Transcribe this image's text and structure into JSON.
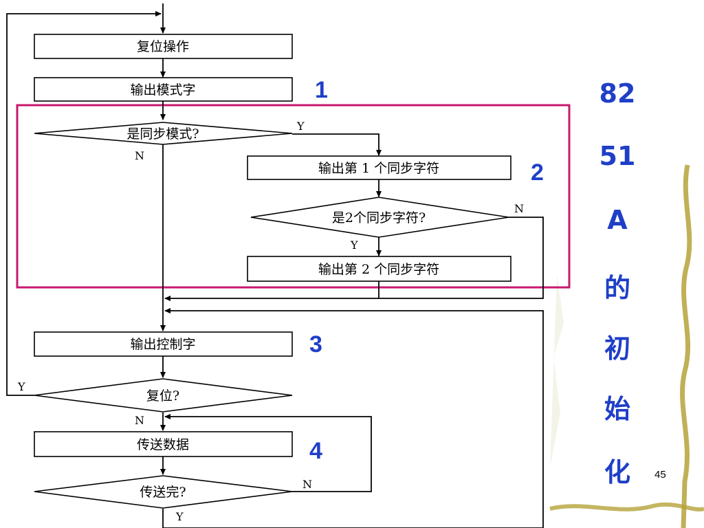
{
  "flowchart": {
    "reset_op": "复位操作",
    "output_mode": "输出模式字",
    "is_sync_mode": "是同步模式?",
    "output_sync1": "输出第 1 个同步字符",
    "is_two_sync": "是2个同步字符?",
    "output_sync2": "输出第 2 个同步字符",
    "output_control": "输出控制字",
    "is_reset": "复位?",
    "transfer_data": "传送数据",
    "transfer_done": "传送完?",
    "yes": "Y",
    "no": "N"
  },
  "steps": [
    "1",
    "2",
    "3",
    "4"
  ],
  "side_title": [
    "82",
    "51",
    "A",
    "的",
    "初",
    "始",
    "化"
  ],
  "page_number": "45",
  "colors": {
    "accent": "#1f3fc7",
    "highlight_frame": "#c8186e"
  }
}
